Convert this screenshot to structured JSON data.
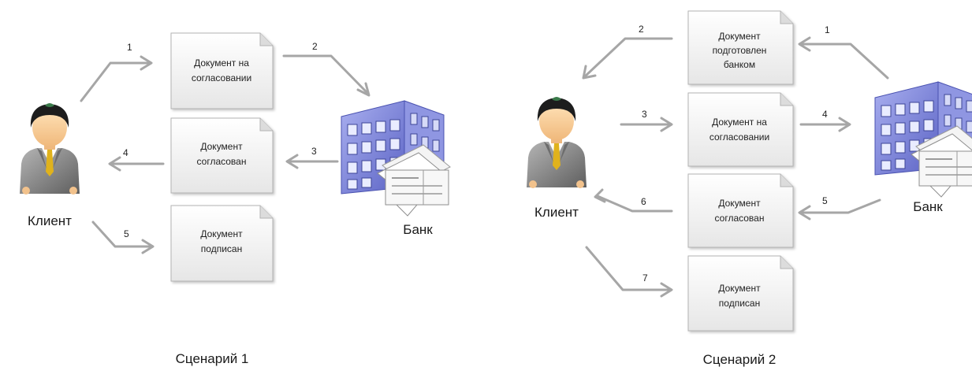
{
  "scenarios": [
    {
      "caption": "Сценарий 1",
      "client_label": "Клиент",
      "bank_label": "Банк",
      "documents": [
        {
          "lines": [
            "Документ на",
            "согласовании"
          ]
        },
        {
          "lines": [
            "Документ",
            "согласован"
          ]
        },
        {
          "lines": [
            "Документ",
            "подписан"
          ]
        }
      ],
      "steps": [
        "1",
        "2",
        "3",
        "4",
        "5"
      ]
    },
    {
      "caption": "Сценарий 2",
      "client_label": "Клиент",
      "bank_label": "Банк",
      "documents": [
        {
          "lines": [
            "Документ",
            "подготовлен",
            "банком"
          ]
        },
        {
          "lines": [
            "Документ на",
            "согласовании"
          ]
        },
        {
          "lines": [
            "Документ",
            "согласован"
          ]
        },
        {
          "lines": [
            "Документ",
            "подписан"
          ]
        }
      ],
      "steps": [
        "1",
        "2",
        "3",
        "4",
        "5",
        "6",
        "7"
      ]
    }
  ],
  "colors": {
    "arrow": "#a6a6a6",
    "doc_fill": "#f2f2f2",
    "doc_border": "#b3b3b3",
    "building": "#7b82d6",
    "suit": "#8a8a8a"
  },
  "icons": [
    "client-person-icon",
    "bank-building-icon",
    "document-icon",
    "arrow-icon"
  ]
}
